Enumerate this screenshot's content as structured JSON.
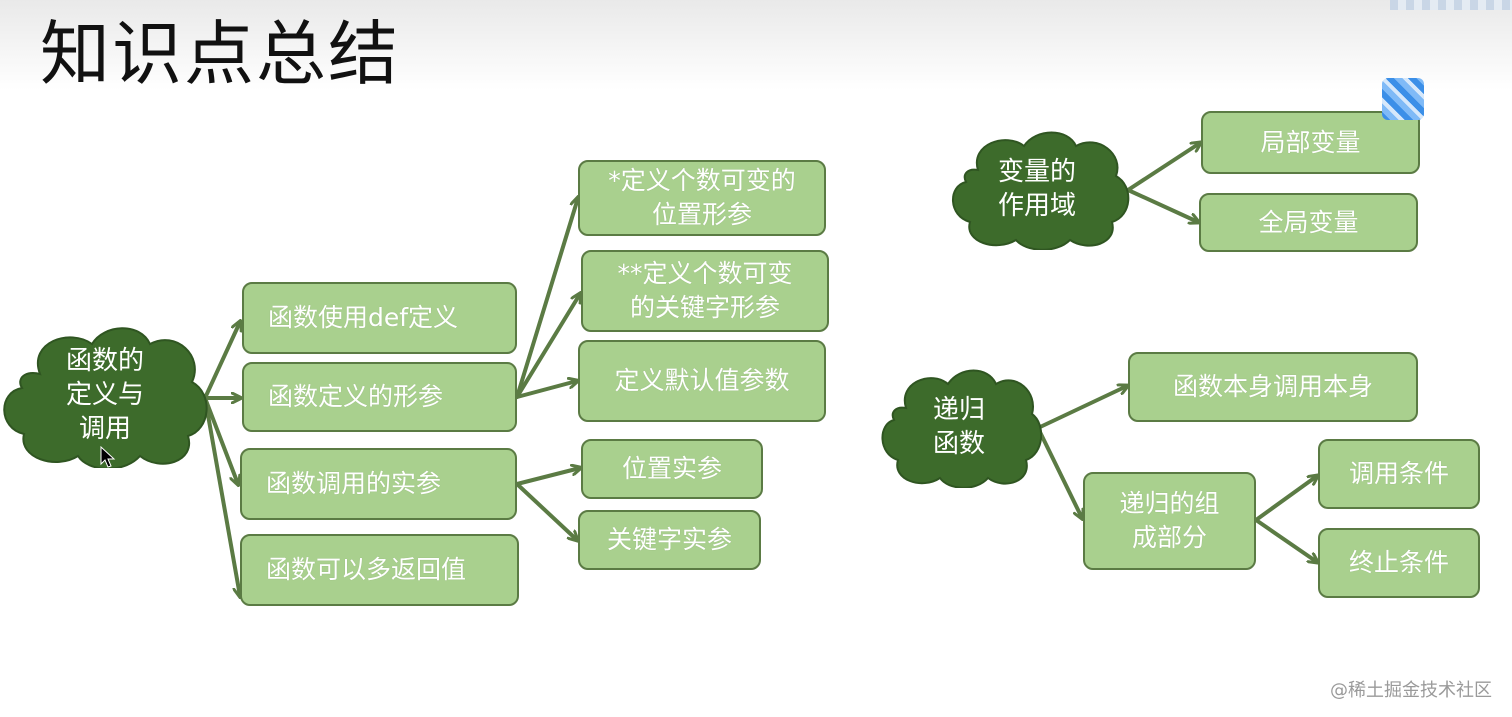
{
  "slide": {
    "title": "知识点总结",
    "watermark": "@稀土掘金技术社区"
  },
  "colors": {
    "box_fill": "#a9d08e",
    "box_border": "#5b7b44",
    "cloud_fill": "#3d6b2b",
    "arrow": "#5b7b44",
    "text": "#ffffff"
  },
  "topics": {
    "function": {
      "label": "函数的\n定义与\n调用",
      "items": {
        "def_keyword": "函数使用def定义",
        "formal_params": "函数定义的形参",
        "actual_args": "函数调用的实参",
        "multi_return": "函数可以多返回值"
      },
      "formal_param_kinds": {
        "var_positional": "*定义个数可变的\n位置形参",
        "var_keyword": "**定义个数可变\n的关键字形参",
        "default_value": "定义默认值参数"
      },
      "actual_arg_kinds": {
        "positional": "位置实参",
        "keyword": "关键字实参"
      }
    },
    "scope": {
      "label": "变量的\n作用域",
      "items": {
        "local": "局部变量",
        "global": "全局变量"
      }
    },
    "recursion": {
      "label": "递归\n函数",
      "items": {
        "self_call": "函数本身调用本身",
        "components": "递归的组\n成部分"
      },
      "component_parts": {
        "call_condition": "调用条件",
        "stop_condition": "终止条件"
      }
    }
  },
  "icons": [
    "cursor-arrow-icon",
    "avatar-icon"
  ]
}
